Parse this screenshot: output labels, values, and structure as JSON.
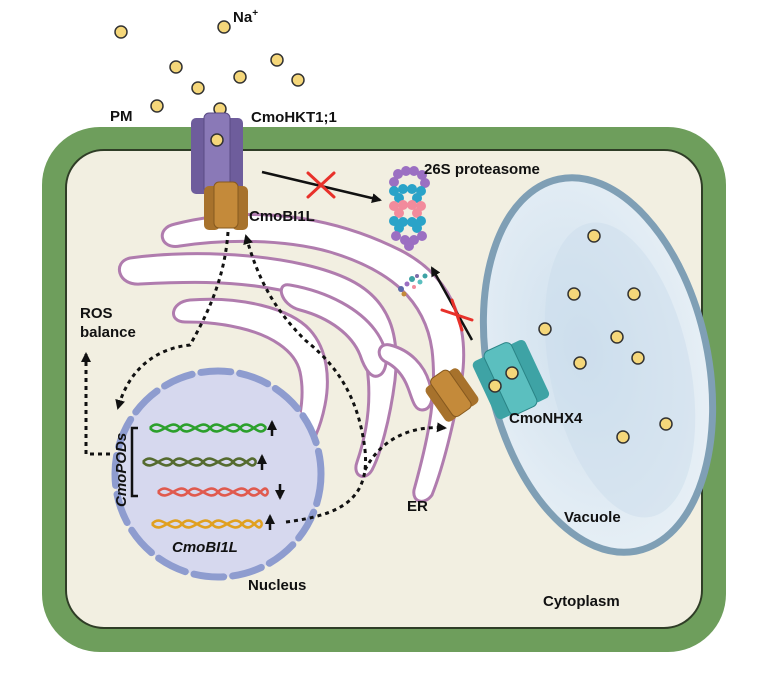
{
  "labels": {
    "na": "Na",
    "na_sup": "+",
    "pm": "PM",
    "hkt": "CmoHKT1;1",
    "proteasome": "26S proteasome",
    "bi1l_protein": "CmoBI1L",
    "ros_line1": "ROS",
    "ros_line2": "balance",
    "pods": "CmoPODs",
    "bi1l_gene": "CmoBI1L",
    "nhx": "CmoNHX4",
    "er": "ER",
    "vacuole": "Vacuole",
    "nucleus": "Nucleus",
    "cytoplasm": "Cytoplasm"
  },
  "gene_regulation": [
    {
      "gene_group": "CmoPODs",
      "color": "#2ca02c",
      "direction": "up"
    },
    {
      "gene_group": "CmoPODs",
      "color": "#556b2f",
      "direction": "up"
    },
    {
      "gene_group": "CmoPODs",
      "color": "#e05a4e",
      "direction": "down"
    },
    {
      "gene_group": "CmoBI1L",
      "color": "#e0a020",
      "direction": "up"
    }
  ],
  "colors": {
    "cell_wall": "#6e9e5c",
    "cytoplasm": "#f2efe1",
    "na_ion": "#f5d77a",
    "hkt_channel": "#7d6aa8",
    "bi1l_protein": "#c48a3a",
    "nhx_channel": "#5bbfbf",
    "vacuole": "#dde9f2",
    "nucleus": "#d6d8ee",
    "er": "#b07cae",
    "inhibition": "#e8312a"
  },
  "icons": [
    "na-ion-icon",
    "inhibition-cross-icon",
    "up-arrow-icon",
    "down-arrow-icon"
  ]
}
